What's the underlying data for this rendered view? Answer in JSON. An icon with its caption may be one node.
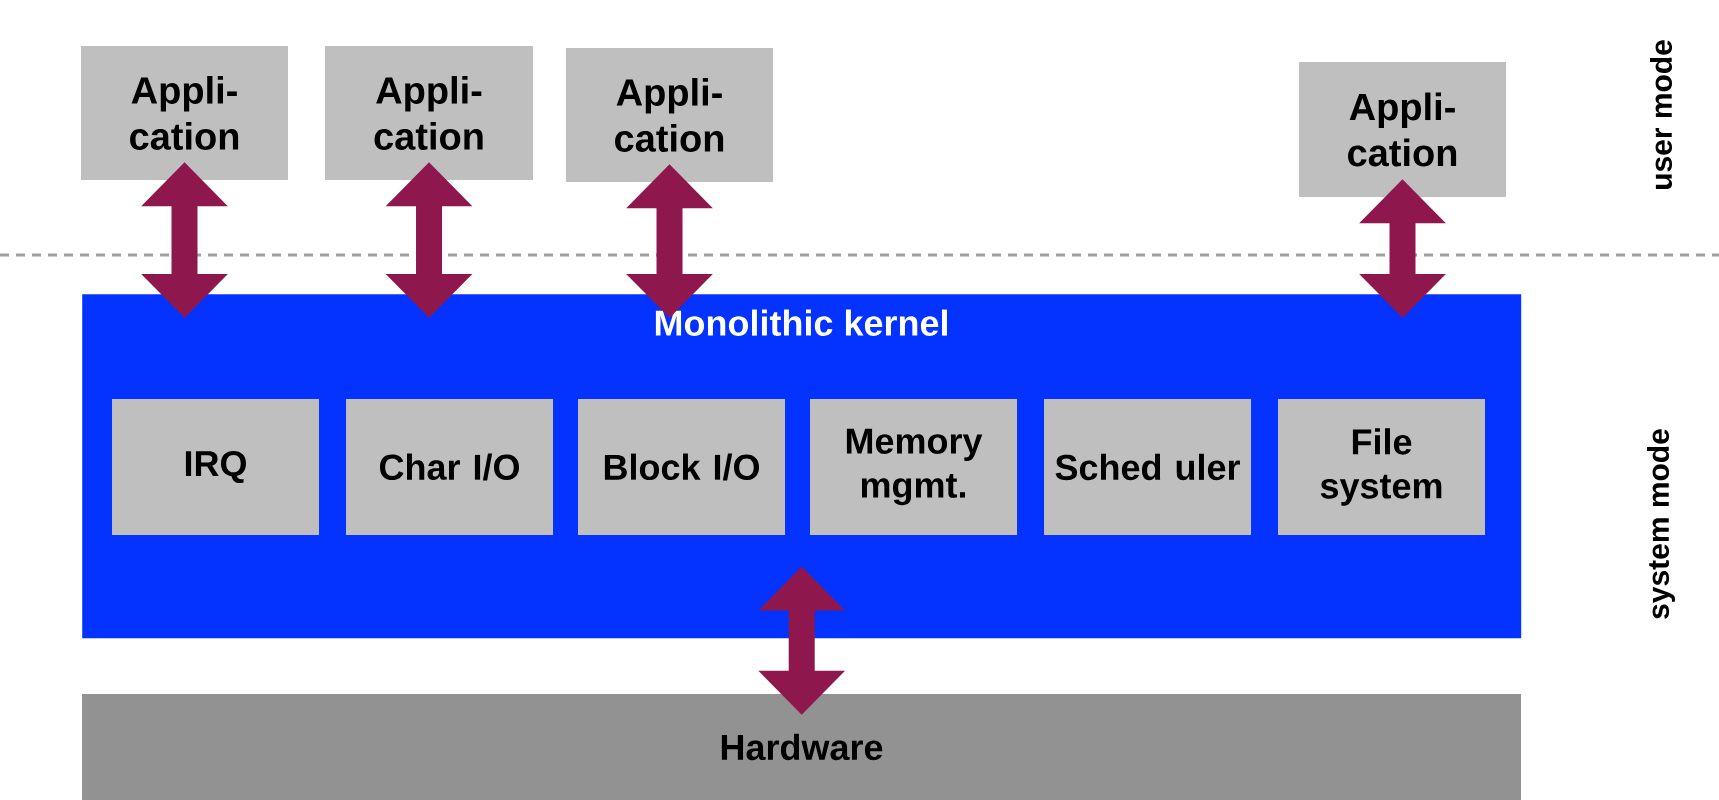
{
  "diagram": {
    "nodes": [
      {
        "text": [
          "Appli- cation"
        ]
      },
      {
        "text": [
          "Appli- cation"
        ]
      },
      {
        "text": [
          "Appli- cation"
        ]
      },
      {
        "text": [
          "Appli- cation"
        ]
      },
      {
        "text": [
          "Monolithic kernel"
        ]
      },
      {
        "text": [
          "IRQ"
        ],
        "in": 4
      },
      {
        "text": [
          "Char I/O"
        ],
        "in": 4
      },
      {
        "text": [
          "Block I/O"
        ],
        "in": 4
      },
      {
        "text": [
          "Memory mgmt."
        ],
        "in": 4
      },
      {
        "text": [
          "Sched uler"
        ],
        "in": 4
      },
      {
        "text": [
          "File system"
        ],
        "in": 4
      },
      {
        "text": [
          "Hardware"
        ]
      }
    ],
    "edges": [
      {
        "from": 0,
        "to": 4,
        "arrow": "both"
      },
      {
        "from": 1,
        "to": 4,
        "arrow": "both"
      },
      {
        "from": 2,
        "to": 4,
        "arrow": "both"
      },
      {
        "from": 3,
        "to": 4,
        "arrow": "both"
      },
      {
        "from": 4,
        "to": 11,
        "arrow": "both"
      }
    ],
    "labels": [
      "user mode",
      "system mode"
    ]
  }
}
